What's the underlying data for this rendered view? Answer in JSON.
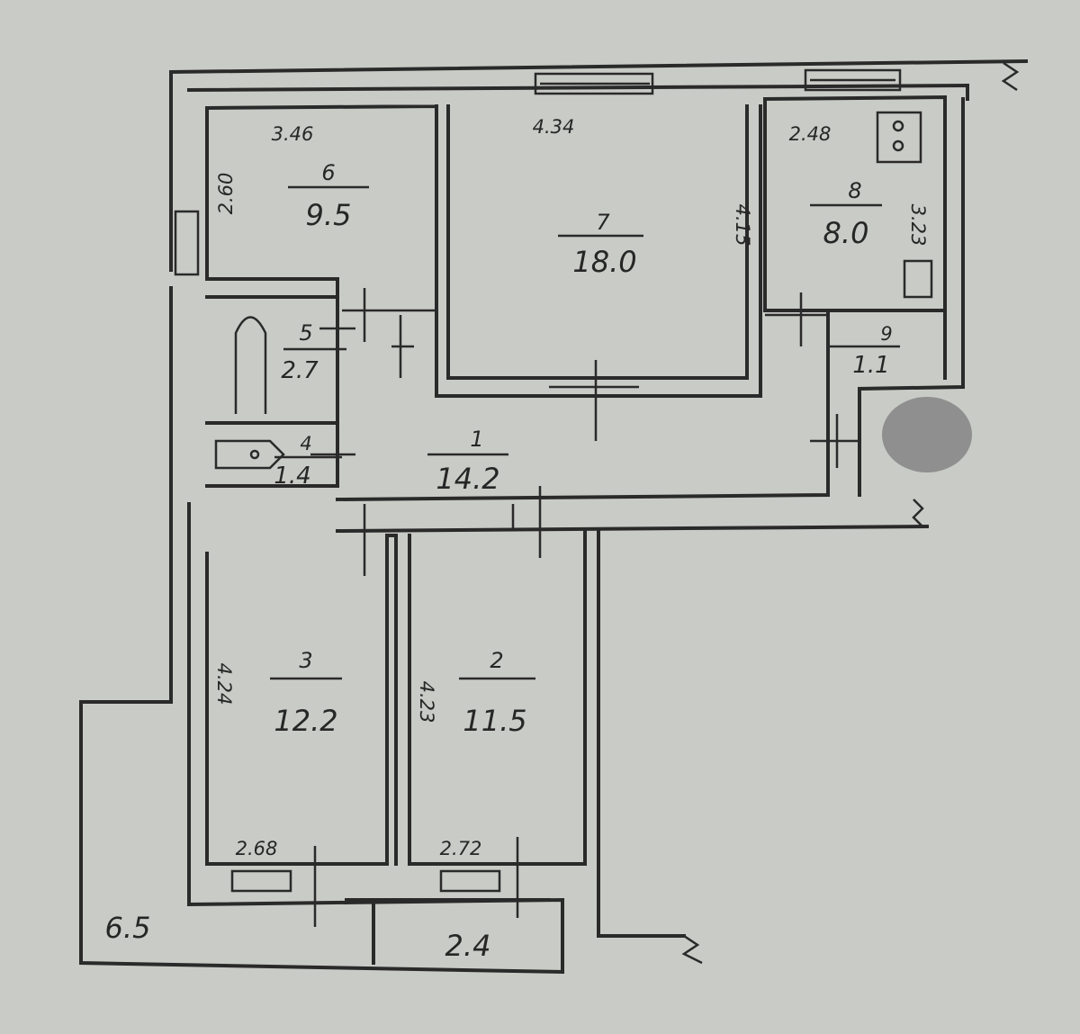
{
  "plan": {
    "rooms": [
      {
        "id": "6",
        "number": "6",
        "area": "9.5",
        "dims": [
          "3.46",
          "2.60"
        ]
      },
      {
        "id": "7",
        "number": "7",
        "area": "18.0",
        "dims": [
          "4.34",
          "4.15"
        ]
      },
      {
        "id": "8",
        "number": "8",
        "area": "8.0",
        "dims": [
          "2.48",
          "3.23"
        ]
      },
      {
        "id": "9",
        "number": "9",
        "area": "1.1"
      },
      {
        "id": "5",
        "number": "5",
        "area": "2.7"
      },
      {
        "id": "4",
        "number": "4",
        "area": "1.4"
      },
      {
        "id": "1",
        "number": "1",
        "area": "14.2"
      },
      {
        "id": "3",
        "number": "3",
        "area": "12.2",
        "dims": [
          "4.24",
          "2.68"
        ]
      },
      {
        "id": "2",
        "number": "2",
        "area": "11.5",
        "dims": [
          "4.23",
          "2.72"
        ]
      }
    ],
    "outside": {
      "left": "6.5",
      "bottom": "2.4"
    }
  },
  "colors": {
    "paper": "#c9cbc6",
    "ink": "#2a2a2a",
    "smudge": "#8f8f8f"
  }
}
